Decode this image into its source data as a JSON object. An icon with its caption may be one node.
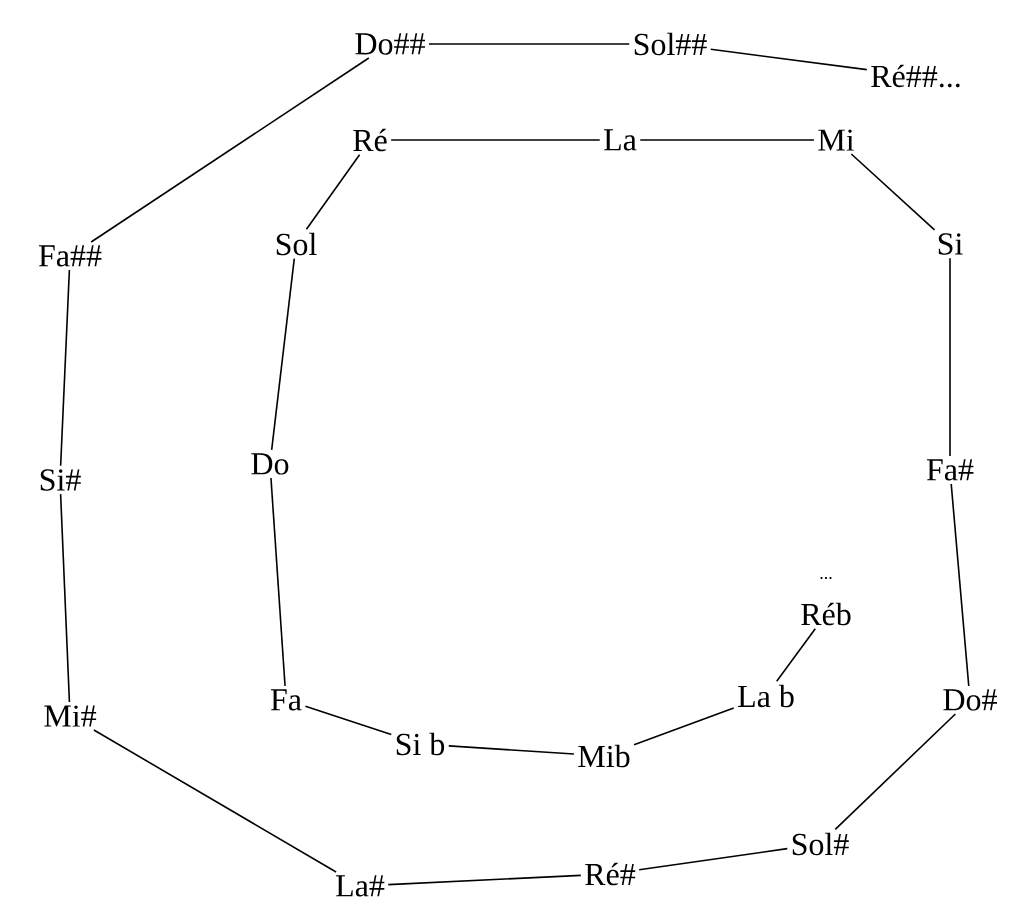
{
  "diagram": {
    "nodes": [
      {
        "text": [
          "Do##"
        ]
      },
      {
        "text": [
          "Sol##"
        ]
      },
      {
        "text": [
          "Ré##..."
        ]
      },
      {
        "text": [
          "Ré"
        ]
      },
      {
        "text": [
          "La"
        ]
      },
      {
        "text": [
          "Mi"
        ]
      },
      {
        "text": [
          "Fa##"
        ]
      },
      {
        "text": [
          "Sol"
        ]
      },
      {
        "text": [
          "Si"
        ]
      },
      {
        "text": [
          "Do"
        ]
      },
      {
        "text": [
          "Si#"
        ]
      },
      {
        "text": [
          "Fa#"
        ]
      },
      {
        "text": [
          "Réb"
        ],
        "beside": [
          "..."
        ]
      },
      {
        "text": [
          "La b"
        ]
      },
      {
        "text": [
          "Fa"
        ]
      },
      {
        "text": [
          "Mi#"
        ]
      },
      {
        "text": [
          "Do#"
        ]
      },
      {
        "text": [
          "Si b"
        ]
      },
      {
        "text": [
          "Mib"
        ]
      },
      {
        "text": [
          "Sol#"
        ]
      },
      {
        "text": [
          "Ré#"
        ]
      },
      {
        "text": [
          "La#"
        ]
      }
    ],
    "edges": [
      {
        "from": 12,
        "to": 13,
        "arrow": "none"
      },
      {
        "from": 13,
        "to": 18,
        "arrow": "none"
      },
      {
        "from": 18,
        "to": 17,
        "arrow": "none"
      },
      {
        "from": 17,
        "to": 14,
        "arrow": "none"
      },
      {
        "from": 14,
        "to": 9,
        "arrow": "none"
      },
      {
        "from": 9,
        "to": 7,
        "arrow": "none"
      },
      {
        "from": 7,
        "to": 3,
        "arrow": "none"
      },
      {
        "from": 3,
        "to": 4,
        "arrow": "none"
      },
      {
        "from": 4,
        "to": 5,
        "arrow": "none"
      },
      {
        "from": 5,
        "to": 8,
        "arrow": "none"
      },
      {
        "from": 8,
        "to": 11,
        "arrow": "none"
      },
      {
        "from": 11,
        "to": 16,
        "arrow": "none"
      },
      {
        "from": 16,
        "to": 19,
        "arrow": "none"
      },
      {
        "from": 19,
        "to": 20,
        "arrow": "none"
      },
      {
        "from": 20,
        "to": 21,
        "arrow": "none"
      },
      {
        "from": 21,
        "to": 15,
        "arrow": "none"
      },
      {
        "from": 15,
        "to": 10,
        "arrow": "none"
      },
      {
        "from": 10,
        "to": 6,
        "arrow": "none"
      },
      {
        "from": 6,
        "to": 0,
        "arrow": "none"
      },
      {
        "from": 0,
        "to": 1,
        "arrow": "none"
      },
      {
        "from": 1,
        "to": 2,
        "arrow": "none"
      }
    ]
  }
}
